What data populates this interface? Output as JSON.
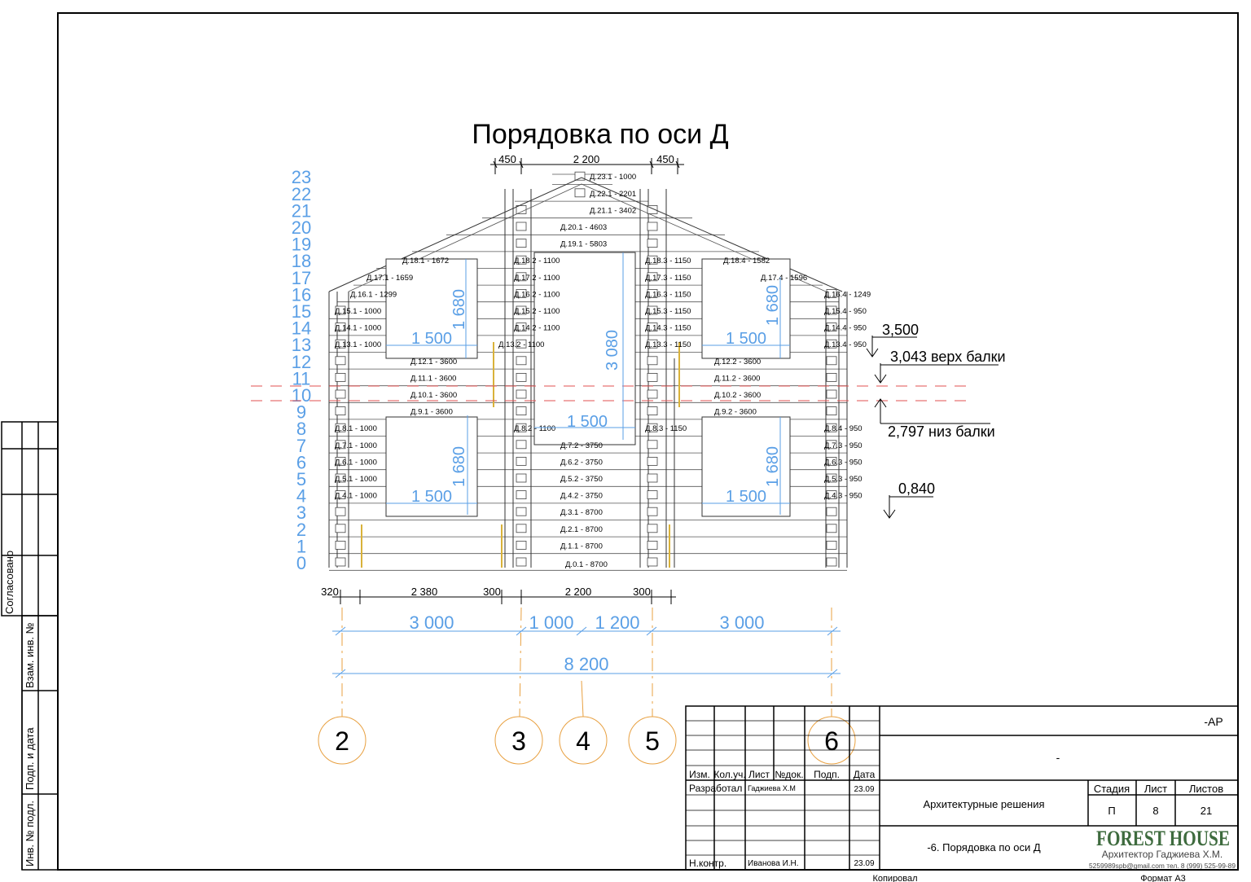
{
  "title": "Порядовка по оси Д",
  "top_dims": [
    "450",
    "2 200",
    "450"
  ],
  "row_numbers": [
    "23",
    "22",
    "21",
    "20",
    "19",
    "18",
    "17",
    "16",
    "15",
    "14",
    "13",
    "12",
    "11",
    "10",
    "9",
    "8",
    "7",
    "6",
    "5",
    "4",
    "3",
    "2",
    "1",
    "0"
  ],
  "log_labels": [
    {
      "t": "Д.23.1 - 1000",
      "row": 23,
      "col": "c"
    },
    {
      "t": "Д.22.1 - 2201",
      "row": 22,
      "col": "c"
    },
    {
      "t": "Д.21.1 - 3402",
      "row": 21,
      "col": "c"
    },
    {
      "t": "Д.20.1 - 4603",
      "row": 20,
      "col": "c2"
    },
    {
      "t": "Д.19.1 - 5803",
      "row": 19,
      "col": "c2"
    },
    {
      "t": "Д.18.1 - 1672",
      "row": 18,
      "col": "l2"
    },
    {
      "t": "Д.18.2 - 1100",
      "row": 18,
      "col": "m"
    },
    {
      "t": "Д.18.3 - 1150",
      "row": 18,
      "col": "n"
    },
    {
      "t": "Д.18.4 - 1582",
      "row": 18,
      "col": "r2"
    },
    {
      "t": "Д.17.1 - 1659",
      "row": 17,
      "col": "l1"
    },
    {
      "t": "Д.17.2 - 1100",
      "row": 17,
      "col": "m"
    },
    {
      "t": "Д.17.3 - 1150",
      "row": 17,
      "col": "n"
    },
    {
      "t": "Д.17.4 - 1596",
      "row": 17,
      "col": "r1"
    },
    {
      "t": "Д.16.1 - 1299",
      "row": 16,
      "col": "l0"
    },
    {
      "t": "Д.16.2 - 1100",
      "row": 16,
      "col": "m"
    },
    {
      "t": "Д.16.3 - 1150",
      "row": 16,
      "col": "n"
    },
    {
      "t": "Д.16.4 - 1249",
      "row": 16,
      "col": "r"
    },
    {
      "t": "Д.15.1 - 1000",
      "row": 15,
      "col": "l"
    },
    {
      "t": "Д.15.2 - 1100",
      "row": 15,
      "col": "m"
    },
    {
      "t": "Д.15.3 - 1150",
      "row": 15,
      "col": "n"
    },
    {
      "t": "Д.15.4 - 950",
      "row": 15,
      "col": "r"
    },
    {
      "t": "Д.14.1 - 1000",
      "row": 14,
      "col": "l"
    },
    {
      "t": "Д.14.2 - 1100",
      "row": 14,
      "col": "m"
    },
    {
      "t": "Д.14.3 - 1150",
      "row": 14,
      "col": "n"
    },
    {
      "t": "Д.14.4 - 950",
      "row": 14,
      "col": "r"
    },
    {
      "t": "Д.13.1 - 1000",
      "row": 13,
      "col": "l"
    },
    {
      "t": "Д.13.2 - 1100",
      "row": 13,
      "col": "m0"
    },
    {
      "t": "Д.13.3 - 1150",
      "row": 13,
      "col": "n"
    },
    {
      "t": "Д.13.4 - 950",
      "row": 13,
      "col": "r"
    },
    {
      "t": "Д.12.1 - 3600",
      "row": 12,
      "col": "lw"
    },
    {
      "t": "Д.12.2 - 3600",
      "row": 12,
      "col": "rw"
    },
    {
      "t": "Д.11.1 - 3600",
      "row": 11,
      "col": "lw"
    },
    {
      "t": "Д.11.2 - 3600",
      "row": 11,
      "col": "rw"
    },
    {
      "t": "Д.10.1 - 3600",
      "row": 10,
      "col": "lw"
    },
    {
      "t": "Д.10.2 - 3600",
      "row": 10,
      "col": "rw"
    },
    {
      "t": "Д.9.1 - 3600",
      "row": 9,
      "col": "lw"
    },
    {
      "t": "Д.9.2 - 3600",
      "row": 9,
      "col": "rw"
    },
    {
      "t": "Д.8.1 - 1000",
      "row": 8,
      "col": "l"
    },
    {
      "t": "Д.8.2 - 1100",
      "row": 8,
      "col": "m"
    },
    {
      "t": "Д.8.3 - 1150",
      "row": 8,
      "col": "n"
    },
    {
      "t": "Д.8.4 - 950",
      "row": 8,
      "col": "r"
    },
    {
      "t": "Д.7.1 - 1000",
      "row": 7,
      "col": "l"
    },
    {
      "t": "Д.7.2 - 3750",
      "row": 7,
      "col": "c2"
    },
    {
      "t": "Д.7.3 - 950",
      "row": 7,
      "col": "r"
    },
    {
      "t": "Д.6.1 - 1000",
      "row": 6,
      "col": "l"
    },
    {
      "t": "Д.6.2 - 3750",
      "row": 6,
      "col": "c2"
    },
    {
      "t": "Д.6.3 - 950",
      "row": 6,
      "col": "r"
    },
    {
      "t": "Д.5.1 - 1000",
      "row": 5,
      "col": "l"
    },
    {
      "t": "Д.5.2 - 3750",
      "row": 5,
      "col": "c2"
    },
    {
      "t": "Д.5.3 - 950",
      "row": 5,
      "col": "r"
    },
    {
      "t": "Д.4.1 - 1000",
      "row": 4,
      "col": "l"
    },
    {
      "t": "Д.4.2 - 3750",
      "row": 4,
      "col": "c2"
    },
    {
      "t": "Д.4.3 - 950",
      "row": 4,
      "col": "r"
    },
    {
      "t": "Д.3.1 - 8700",
      "row": 3,
      "col": "c2"
    },
    {
      "t": "Д.2.1 - 8700",
      "row": 2,
      "col": "c2"
    },
    {
      "t": "Д.1.1 - 8700",
      "row": 1,
      "col": "c2"
    },
    {
      "t": "Д.0.1 - 8700",
      "row": 0,
      "col": "c2b"
    }
  ],
  "opening_dims": {
    "win_tl_h": "1 500",
    "win_tl_v": "1 680",
    "win_tr_h": "1 500",
    "win_tr_v": "1 680",
    "win_bl_h": "1 500",
    "win_bl_v": "1 680",
    "win_br_h": "1 500",
    "win_br_v": "1 680",
    "door_h": "1 500",
    "door_v": "3 080"
  },
  "elevations": {
    "e1": "3,500",
    "e2": "3,043 верх балки",
    "e3": "2,797 низ балки",
    "e4": "0,840"
  },
  "bottom_dims_small": [
    "320",
    "2 380",
    "300",
    "2 200",
    "300"
  ],
  "bottom_dims_mid": [
    "3 000",
    "1 000",
    "1 200",
    "3 000"
  ],
  "bottom_dim_total": "8 200",
  "axes": [
    "2",
    "3",
    "4",
    "5",
    "6"
  ],
  "left_stamp": {
    "soglasovano": "Согласовано",
    "vzam": "Взам. инв. №",
    "podp": "Подп. и дата",
    "inv": "Инв. № подл."
  },
  "title_block": {
    "code": "-АР",
    "dash": "-",
    "headers": [
      "Изм.",
      "Кол.уч.",
      "Лист",
      "№док.",
      "Подп.",
      "Дата"
    ],
    "developed_label": "Разработал",
    "developed_name": "Гаджиева Х.М",
    "developed_date": "23.09",
    "control_label": "Н.контр.",
    "control_name": "Иванова И.Н.",
    "control_date": "23.09",
    "project_name": "Архитектурные решения",
    "sheet_name": "-6. Порядовка по оси Д",
    "stage_label": "Стадия",
    "sheet_label": "Лист",
    "sheets_label": "Листов",
    "stage": "П",
    "sheet": "8",
    "sheets": "21",
    "logo": "FOREST HOUSE",
    "architect": "Архитектор Гаджиева Х.М.",
    "contacts": "5259989spb@gmail.com тел. 8 (999) 525-99-89",
    "copied": "Копировал",
    "format": "Формат А3"
  },
  "colors": {
    "dim": "#5a9fe6",
    "axis": "#e8a040",
    "ref": "#e05050"
  }
}
